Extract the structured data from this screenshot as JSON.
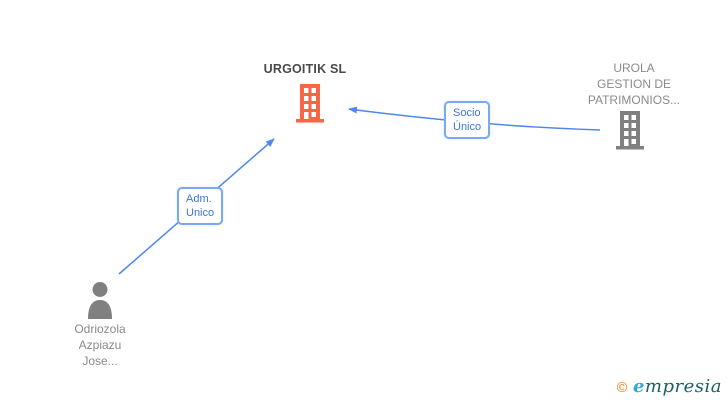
{
  "colors": {
    "edge": "#4d87e8",
    "label_box_border": "#79a9f2",
    "label_box_text": "#3b76d8",
    "primary_entity": "#fa6545",
    "secondary_entity": "#808080",
    "muted_text": "#8a8a8a",
    "title_text": "#4a4a4a",
    "logo_copyright": "#f58220",
    "logo_lead": "#35a8dc",
    "logo_rest": "#1a5f63"
  },
  "nodes": {
    "urgoitik": {
      "title": "URGOITIK SL"
    },
    "urola": {
      "lines": [
        "UROLA",
        "GESTION DE",
        "PATRIMONIOS..."
      ]
    },
    "person": {
      "lines": [
        "Odriozola",
        "Azpiazu",
        "Jose..."
      ]
    }
  },
  "edges": {
    "adm": {
      "lines": [
        "Adm.",
        "Unico"
      ]
    },
    "socio": {
      "lines": [
        "Socio",
        "Único"
      ]
    }
  },
  "footer": {
    "copyright_symbol": "©",
    "brand_lead": "e",
    "brand_rest": "mpresia"
  }
}
